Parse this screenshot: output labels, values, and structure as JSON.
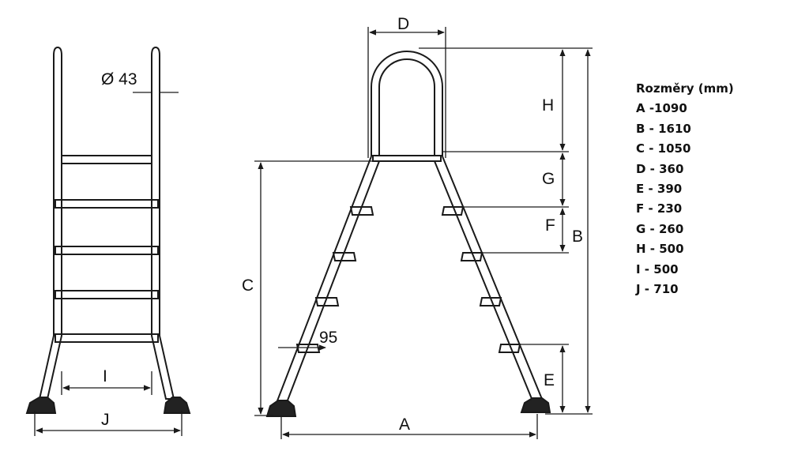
{
  "labels": {
    "diameter": "Ø 43",
    "A": "A",
    "B": "B",
    "C": "C",
    "D": "D",
    "E": "E",
    "F": "F",
    "G": "G",
    "H": "H",
    "I": "I",
    "J": "J",
    "step_gap": "95"
  },
  "legend": {
    "title": "Rozměry (mm)",
    "items": [
      "A -1090",
      "B - 1610",
      "C - 1050",
      "D - 360",
      "E - 390",
      "F - 230",
      "G - 260",
      "H - 500",
      "I - 500",
      "J - 710"
    ]
  },
  "colors": {
    "line": "#1a1a1a",
    "background": "#ffffff"
  }
}
